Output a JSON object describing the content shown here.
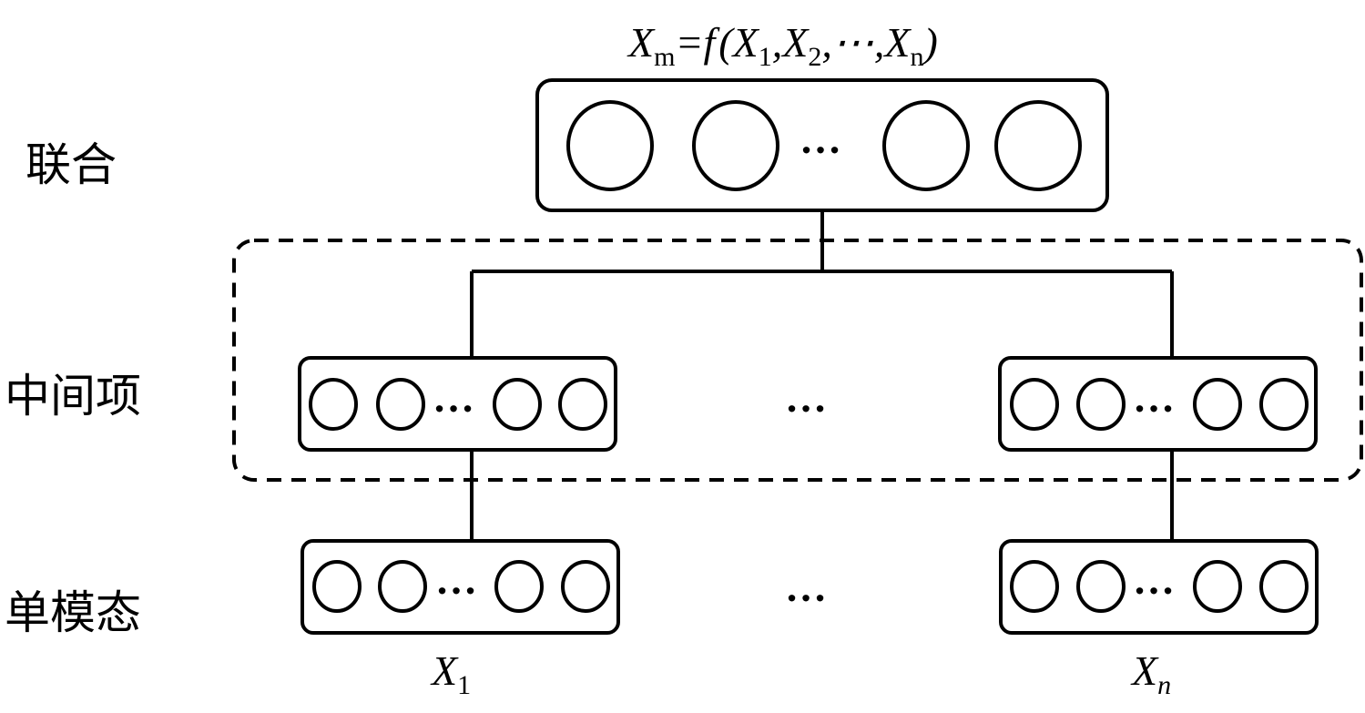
{
  "labels": {
    "joint": "联合",
    "intermediate": "中间项",
    "unimodal": "单模态"
  },
  "formula": {
    "Xm": "X",
    "m": "m",
    "eq_f": "=f",
    "open": "(",
    "X1": "X",
    "sub1": "1",
    "comma1": ",",
    "X2": "X",
    "sub2": "2",
    "comma2": ",",
    "ellipsis": "⋯",
    "comma3": ",",
    "Xn": "X",
    "subn": "n",
    "close": ")"
  },
  "inputs": {
    "left": {
      "X": "X",
      "sub": "1"
    },
    "right": {
      "X": "X",
      "sub": "n"
    }
  },
  "ellipsis": "…",
  "colors": {
    "stroke": "#000000",
    "background": "#ffffff"
  }
}
